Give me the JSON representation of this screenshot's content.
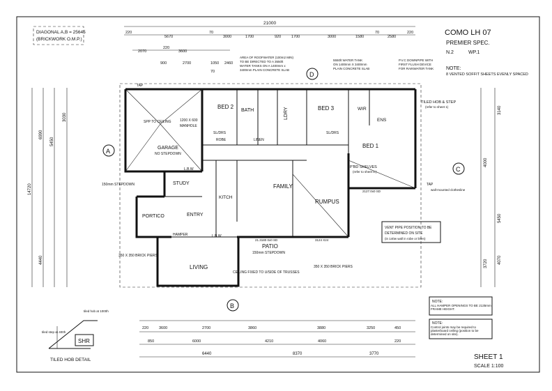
{
  "title_block": {
    "project": "COMO LH 07",
    "spec": "PREMIER SPEC.",
    "n_label": "N.2",
    "wp_label": "WP.1",
    "note_heading": "NOTE:",
    "note_text": "8 VENTED SOFFIT SHEETS EVENLY SPACED",
    "sheet": "SHEET 1",
    "scale": "SCALE 1:100"
  },
  "diagonal_note": {
    "line1": "DIAGONAL A,B = 25645",
    "line2": "(BRICKWORK O.M.P.)"
  },
  "dims": {
    "overall": "21000",
    "top_row": [
      "220",
      "5670",
      "70",
      "3000",
      "1700",
      "920",
      "1700",
      "3000",
      "1580",
      "70",
      "2580",
      "220"
    ],
    "second_row": [
      "2070",
      "220",
      "3600",
      "900",
      "2700",
      "1050",
      "70",
      "2460"
    ],
    "left_total": "14720",
    "left_a": "6990",
    "left_b": "5450",
    "left_c": "3030",
    "left_d": "4440",
    "right_a": "3140",
    "right_b": "4000",
    "right_c": "5450",
    "right_d": "4070",
    "right_e": "3720",
    "bottom_total": "8370",
    "bottom_a": "6440",
    "bottom_b": "3770",
    "bottom_row1": [
      "220",
      "3600",
      "2700",
      "3860",
      "3880",
      "3250",
      "450"
    ],
    "bottom_row2": [
      "850",
      "6000",
      "4210",
      "4060",
      "220"
    ]
  },
  "rooms": {
    "garage": "GARAGE",
    "garage_sub": "NO STEPDOWN",
    "bed2": "BED 2",
    "bath": "BATH",
    "ldry": "LDRY",
    "bed3": "BED 3",
    "wir": "WIR",
    "ens": "ENS",
    "bed1": "BED 1",
    "study": "STUDY",
    "kitch": "KITCH",
    "family": "FAMILY",
    "rumpus": "RUMPUS",
    "portico": "PORTICO",
    "entry": "ENTRY",
    "patio": "PATIO",
    "patio_sub": "150mm STEPDOWN",
    "living": "LIVING"
  },
  "labels": {
    "robe": "ROBE",
    "linen": "LINEN",
    "sl_drs1": "SL/DRS",
    "sl_drs2": "SL/DRS",
    "lbw1": "L.B.W",
    "lbw2": "L.B.W",
    "hamper": "HAMPER",
    "manhole": "MANHOLE",
    "spp": "SPP TO CEILING",
    "manhole_size": "1200 X 600",
    "stepdown": "150mm STEPDOWN",
    "brick_piers_l": "350 X 350 BRICK PIERS",
    "brick_piers_r": "350 X 350 BRICK PIERS",
    "ceiling_fixed": "CEILING FIXED TO U/SIDE OF TRUSSES",
    "pbd_shelves": "P'BD SHELVES",
    "pbd_ref": "(refer to sheet 5.)",
    "tiled_hob": "TILED HOB & STEP",
    "tiled_hob_ref": "(refer to sheet 1)",
    "vent_pipe1": "VENT PIPE POSITION TO BE",
    "vent_pipe2": "DETERMINED ON SITE",
    "vent_pipe3": "(in 140w wall in robe or linen)",
    "tank_note1": "AREA OF ROOFWATER (100m2 MIN)",
    "tank_note2": "TO BE DIRECTED TO A 3550lt",
    "tank_note3": "WATER TANKS ON A 1400mm x",
    "tank_note4": "3400mm PLAIN CONCRETE SLAB",
    "tank2_1": "5550lt WATER TANK",
    "tank2_2": "ON 1400mm X 3400mm",
    "tank2_3": "PLAIN CONCRETE SLAB",
    "pvc1": "P.V.C DOWNPIPE WITH",
    "pvc2": "FIRST FLUSH DEVICE",
    "pvc3": "FOR RAINWATER TANK",
    "tap1": "TAP",
    "tap2": "TAP",
    "wall_dryer": "wall-mounted clothesline",
    "drop_1": "2127.0x0 SD",
    "drop_2": "3124 X24",
    "patio_dim": "21.3180 0x0 SD",
    "note_hamper_h": "NOTE:",
    "note_hamper": "ALL HAMPER OPENINGS TO BE 2135mm FRAME HEIGHT.",
    "note_control_h": "NOTE:",
    "note_control": "Control joints may be required to plasterboard ceiling (position to be determined on site)."
  },
  "markers": {
    "a": "A",
    "b": "B",
    "c": "C",
    "d": "D"
  },
  "detail": {
    "title": "TILED HOB DETAIL",
    "shr": "SHR",
    "hob_note": "tiled hob at 1000h",
    "step_note": "tiled step at 400h"
  }
}
